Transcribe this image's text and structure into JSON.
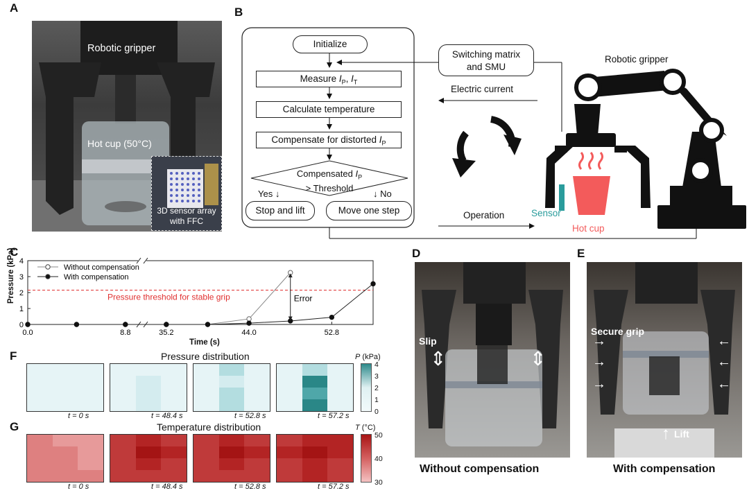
{
  "panel_labels": {
    "a": "A",
    "b": "B",
    "c": "C",
    "d": "D",
    "e": "E",
    "f": "F",
    "g": "G"
  },
  "panel_a": {
    "gripper_label": "Robotic gripper",
    "cup_label": "Hot cup (50°C)",
    "inset_label_1": "3D sensor array",
    "inset_label_2": "with FFC"
  },
  "flowchart": {
    "initialize": "Initialize",
    "measure": "Measure",
    "measure_ip": "I",
    "measure_ip_sub": "P",
    "measure_it": "I",
    "measure_it_sub": "T",
    "calculate": "Calculate temperature",
    "compensate": "Compensate for distorted",
    "compensate_var": "I",
    "compensate_var_sub": "P",
    "decision_line1": "Compensated",
    "decision_var": "I",
    "decision_var_sub": "P",
    "decision_line2": "> Threshold",
    "yes": "Yes ↓",
    "no": "↓ No",
    "stop": "Stop and lift",
    "move": "Move one step"
  },
  "system": {
    "smu_line1": "Switching matrix",
    "smu_line2": "and SMU",
    "electric_current": "Electric current",
    "operation": "Operation",
    "gripper": "Robotic gripper",
    "sensor": "Sensor",
    "hot_cup": "Hot cup",
    "colors": {
      "sensor": "#2a9c9c",
      "cup": "#f35b5b",
      "arm": "#111111"
    }
  },
  "chart_data": {
    "type": "line",
    "ylabel": "Pressure (kPa)",
    "xlabel": "Time (s)",
    "ylim": [
      0,
      4
    ],
    "yticks": [
      "0",
      "1",
      "2",
      "3",
      "4"
    ],
    "xtick_labels": [
      "0.0",
      "8.8",
      "35.2",
      "44.0",
      "52.8"
    ],
    "axis_break": true,
    "threshold": {
      "value": 2.15,
      "label": "Pressure threshold for stable grip",
      "color": "#e03030"
    },
    "annotation": "Error",
    "legend_placement": "top-left",
    "series": [
      {
        "name": "Without compensation",
        "marker": "open-circle",
        "points": [
          [
            0,
            0
          ],
          [
            4.4,
            0
          ],
          [
            8.8,
            0
          ],
          [
            35.2,
            0
          ],
          [
            39.6,
            0
          ],
          [
            44.0,
            0.35
          ],
          [
            48.4,
            3.25
          ]
        ]
      },
      {
        "name": "With compensation",
        "marker": "filled-circle",
        "points": [
          [
            0,
            0
          ],
          [
            4.4,
            0
          ],
          [
            8.8,
            0
          ],
          [
            35.2,
            0
          ],
          [
            39.6,
            0
          ],
          [
            44.0,
            0.08
          ],
          [
            48.4,
            0.22
          ],
          [
            52.8,
            0.45
          ],
          [
            57.2,
            2.55
          ]
        ]
      }
    ]
  },
  "panel_f": {
    "title": "Pressure distribution",
    "cb_var": "P",
    "cb_unit": "(kPa)",
    "cb_ticks": [
      "4",
      "3",
      "2",
      "1",
      "0"
    ],
    "times": [
      "t = 0 s",
      "t = 48.4 s",
      "t = 52.8 s",
      "t = 57.2 s"
    ]
  },
  "panel_g": {
    "title": "Temperature distribution",
    "cb_var": "T",
    "cb_unit": "(°C)",
    "cb_ticks": [
      "50",
      "40",
      "30"
    ],
    "times": [
      "t = 0 s",
      "t = 48.4 s",
      "t = 52.8 s",
      "t = 57.2 s"
    ]
  },
  "panel_d": {
    "slip": "Slip",
    "caption": "Without compensation"
  },
  "panel_e": {
    "secure": "Secure grip",
    "lift": "Lift",
    "caption": "With compensation"
  }
}
